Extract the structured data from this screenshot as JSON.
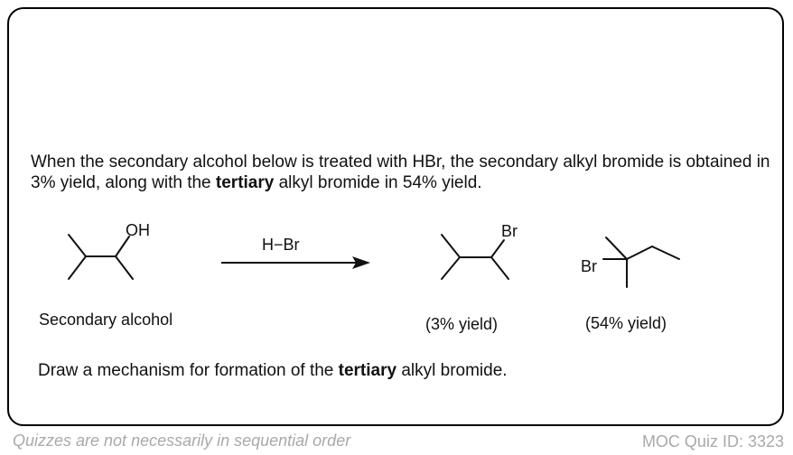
{
  "quiz": {
    "intro_part1": "When the secondary alcohol below is treated with HBr, the secondary alkyl bromide is obtained in 3% yield, along with the ",
    "intro_bold": "tertiary",
    "intro_part2": " alkyl bromide in 54% yield.",
    "reactant": {
      "label": "Secondary alcohol",
      "oh_label": "OH"
    },
    "reagent": "H−Br",
    "product_secondary": {
      "br_label": "Br",
      "yield_label": "(3% yield)"
    },
    "product_tertiary": {
      "br_label": "Br",
      "yield_label": "(54% yield)"
    },
    "question_part1": "Draw a mechanism for formation of the ",
    "question_bold": "tertiary",
    "question_part2": " alkyl bromide."
  },
  "footer": {
    "note": "Quizzes are not necessarily in sequential order",
    "quiz_id": "MOC Quiz ID: 3323"
  },
  "colors": {
    "text": "#111111",
    "footer_text": "#a9a9a9",
    "border": "#000000"
  }
}
